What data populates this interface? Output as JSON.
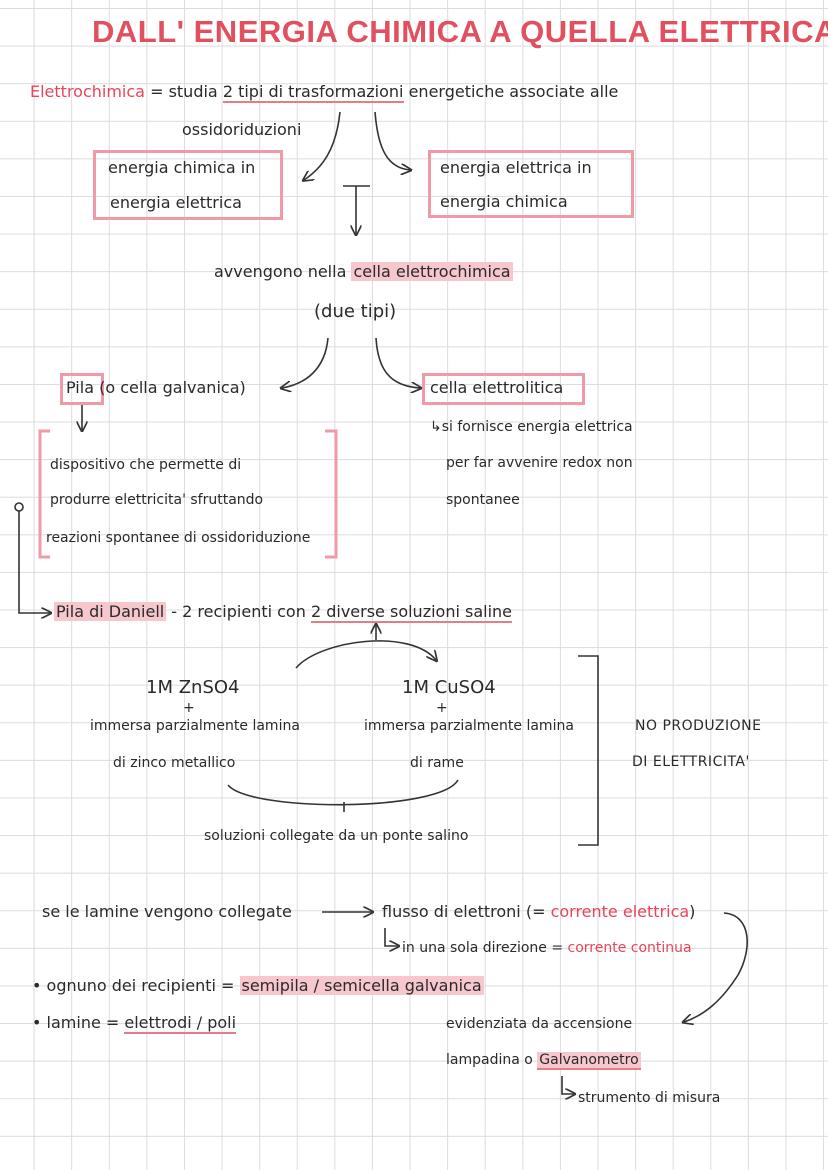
{
  "title": "DALL' ENERGIA CHIMICA A QUELLA ELETTRICA",
  "intro": {
    "term": "Elettrochimica",
    "def_part1": " = studia ",
    "def_underlined": "2 tipi di trasformazioni",
    "def_part2": " energetiche associate alle",
    "def_line2": "ossidoriduzioni"
  },
  "transformations": {
    "left_line1": "energia chimica in",
    "left_line2": "energia elettrica",
    "right_line1": "energia elettrica in",
    "right_line2": "energia chimica"
  },
  "cell": {
    "prefix": "avvengono nella ",
    "highlight": "cella elettrochimica",
    "types": "(due tipi)"
  },
  "pila": {
    "label": "Pila",
    "label_rest": " (o cella galvanica)",
    "desc_line1": "dispositivo che permette di",
    "desc_line2": "produrre elettricita' sfruttando",
    "desc_line3": "reazioni spontanee di ossidoriduzione"
  },
  "electrolytic": {
    "label": "cella elettrolitica",
    "desc_line1": "si fornisce energia elettrica",
    "desc_line2": "per far avvenire redox non",
    "desc_line3": "spontanee"
  },
  "daniell": {
    "label": "Pila di Daniell",
    "desc_prefix": " - 2 recipienti con ",
    "desc_underlined": "2 diverse soluzioni saline",
    "left_formula": "1M  ZnSO4",
    "left_plus": "+",
    "left_line1": "immersa parzialmente lamina",
    "left_line2": "di zinco metallico",
    "right_formula": "1M  CuSO4",
    "right_plus": "+",
    "right_line1": "immersa parzialmente lamina",
    "right_line2": "di rame",
    "bridge": "soluzioni collegate da un ponte salino",
    "no_prod_line1": "NO PRODUZIONE",
    "no_prod_line2": "DI ELETTRICITA'"
  },
  "connection": {
    "prefix": "se le lamine vengono collegate",
    "flow": "flusso di elettroni (",
    "flow_eq": "= ",
    "flow_red": "corrente elettrica",
    "flow_close": ")",
    "direction": "in una sola direzione = ",
    "direction_red": "corrente continua",
    "bullet1_prefix": "ognuno dei recipienti = ",
    "bullet1_highlight": "semipila / semicella galvanica",
    "bullet2_prefix": "lamine = ",
    "bullet2_underlined": "elettrodi / poli",
    "evidence": "evidenziata da accensione",
    "lamp_prefix": "lampadina o ",
    "galvanometer": "Galvanometro",
    "instrument": "strumento di misura"
  },
  "colors": {
    "title": "#e2505f",
    "accent_red": "#e8455a",
    "box_pink": "#ef9aa6",
    "highlight_pink": "#f6c7cd"
  }
}
